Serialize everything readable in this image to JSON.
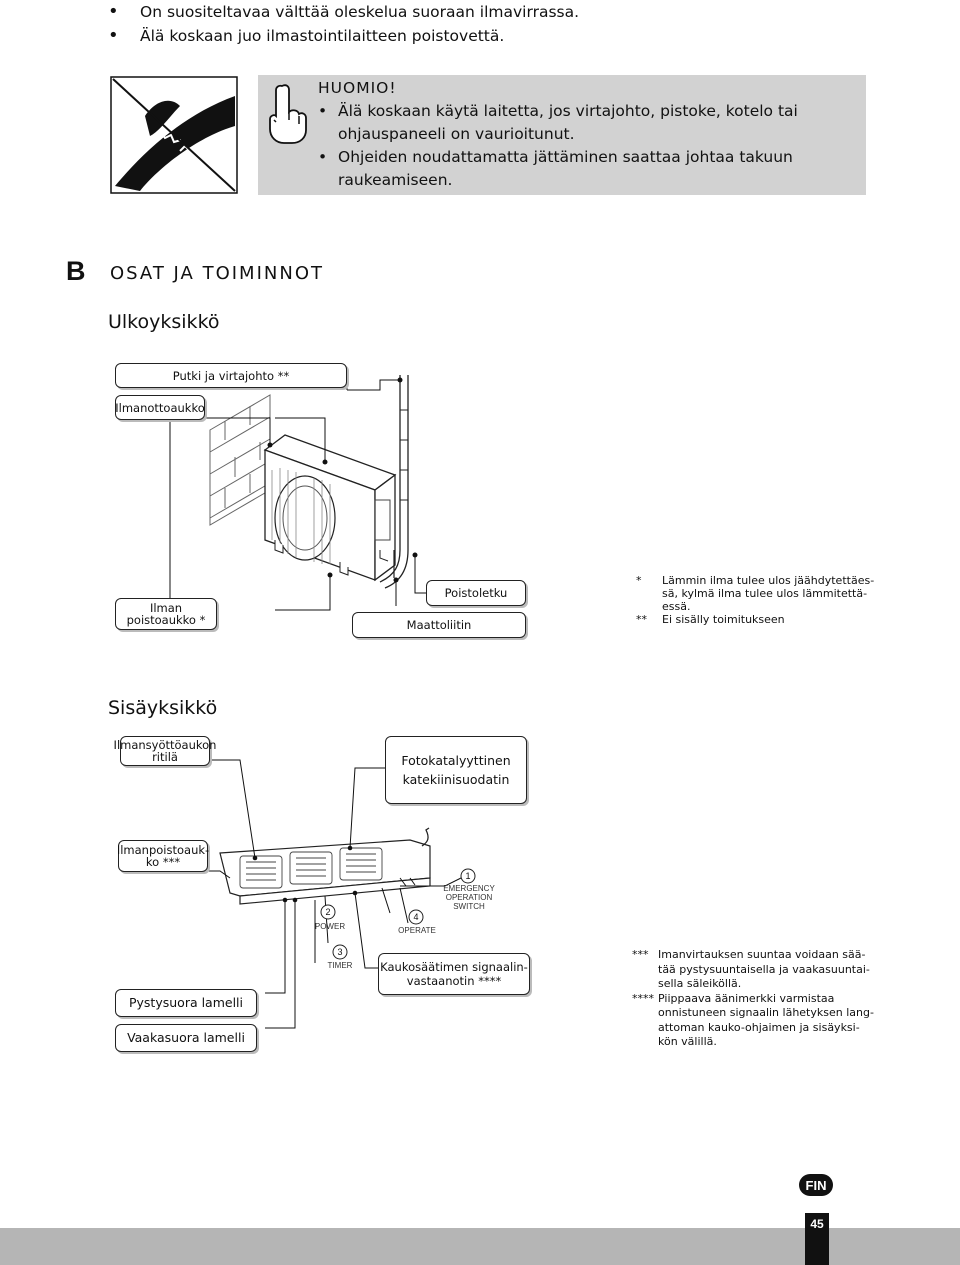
{
  "top_bullets": [
    "On suositeltavaa välttää oleskelua suoraan ilmavirrassa.",
    "Älä koskaan juo ilmastointilaitteen poistovettä."
  ],
  "warning": {
    "title": "HUOMIO!",
    "items": [
      "Älä koskaan käytä laitetta, jos virtajohto, pistoke, kotelo tai ohjauspaneeli on vaurioitunut.",
      "Ohjeiden noudattamatta jättäminen saattaa johtaa takuun raukeamiseen."
    ]
  },
  "section": {
    "letter": "B",
    "title": "OSAT JA TOIMINNOT"
  },
  "outdoor": {
    "title": "Ulkoyksikkö",
    "labels": {
      "pipe": "Putki ja virtajohto **",
      "air_in": "Ilmanottoaukko",
      "air_out": "Ilman poistoaukko *",
      "drain": "Poistoletku",
      "ground": "Maattoliitin"
    },
    "notes": [
      {
        "mark": "*",
        "text": "Lämmin ilma tulee ulos jäähdytettäes-"
      },
      {
        "mark": "",
        "text": "sä, kylmä ilma tulee ulos lämmitettä-"
      },
      {
        "mark": "",
        "text": "essä."
      },
      {
        "mark": "**",
        "text": "Ei sisälly toimitukseen"
      }
    ]
  },
  "indoor": {
    "title": "Sisäyksikkö",
    "labels": {
      "grille_1": "Ilmansyöttöaukon",
      "grille_2": "ritilä",
      "filter_1": "Fotokatalyyttinen",
      "filter_2": "katekiinisuodatin",
      "outlet_1": "Ilmanpoistoauk-",
      "outlet_2": "ko ***",
      "vertical": "Pystysuora lamelli",
      "horizontal": "Vaakasuora lamelli",
      "receiver_1": "Kaukosäätimen signaalin-",
      "receiver_2": "vastaanotin ****"
    },
    "panel": {
      "n1": "1",
      "emergency_1": "EMERGENCY",
      "emergency_2": "OPERATION",
      "emergency_3": "SWITCH",
      "n2": "2",
      "power": "POWER",
      "n3": "3",
      "timer": "TIMER",
      "n4": "4",
      "operate": "OPERATE"
    },
    "notes": [
      {
        "mark": "***",
        "text": "Imanvirtauksen suuntaa voidaan sää-"
      },
      {
        "mark": "",
        "text": "tää pystysuuntaisella ja vaakasuuntai-"
      },
      {
        "mark": "",
        "text": "sella säleiköllä."
      },
      {
        "mark": "****",
        "text": "Piippaava äänimerkki varmistaa"
      },
      {
        "mark": "",
        "text": "onnistuneen signaalin lähetyksen lang-"
      },
      {
        "mark": "",
        "text": "attoman kauko-ohjaimen ja sisäyksi-"
      },
      {
        "mark": "",
        "text": "kön välillä."
      }
    ]
  },
  "footer": {
    "lang": "FIN",
    "page": "45"
  }
}
